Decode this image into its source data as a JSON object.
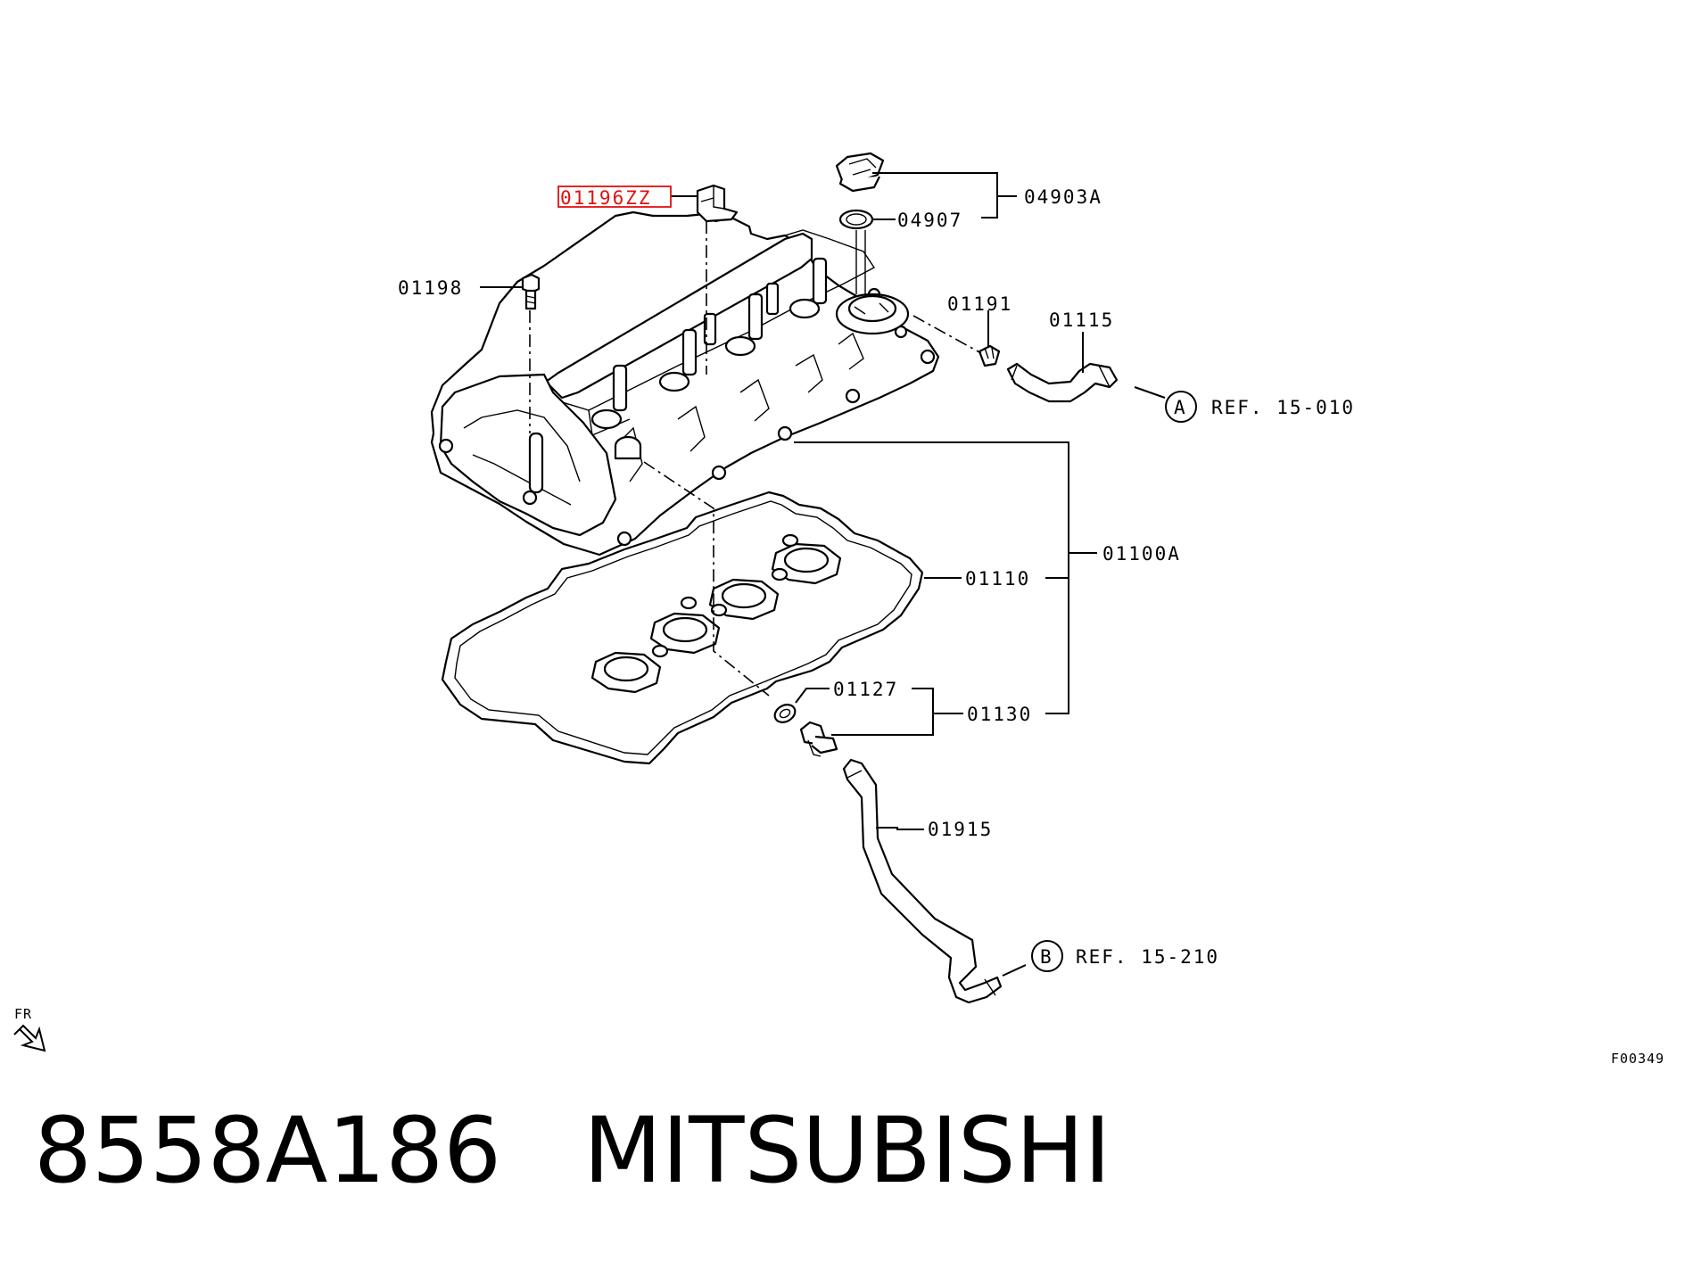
{
  "callouts": {
    "p01196ZZ": "01196ZZ",
    "p04903A": "04903A",
    "p04907": "04907",
    "p01198": "01198",
    "p01191": "01191",
    "p01115": "01115",
    "refA": "REF. 15-010",
    "refA_letter": "A",
    "p01100A": "01100A",
    "p01110": "01110",
    "p01127": "01127",
    "p01130": "01130",
    "p01915": "01915",
    "refB": "REF. 15-210",
    "refB_letter": "B"
  },
  "direction_marker": "FR",
  "figure_code": "F00349",
  "caption": {
    "part_number": "8558A186",
    "brand": "MITSUBISHI"
  },
  "colors": {
    "highlight": "#e01010",
    "ink": "#000000",
    "background": "#ffffff"
  }
}
